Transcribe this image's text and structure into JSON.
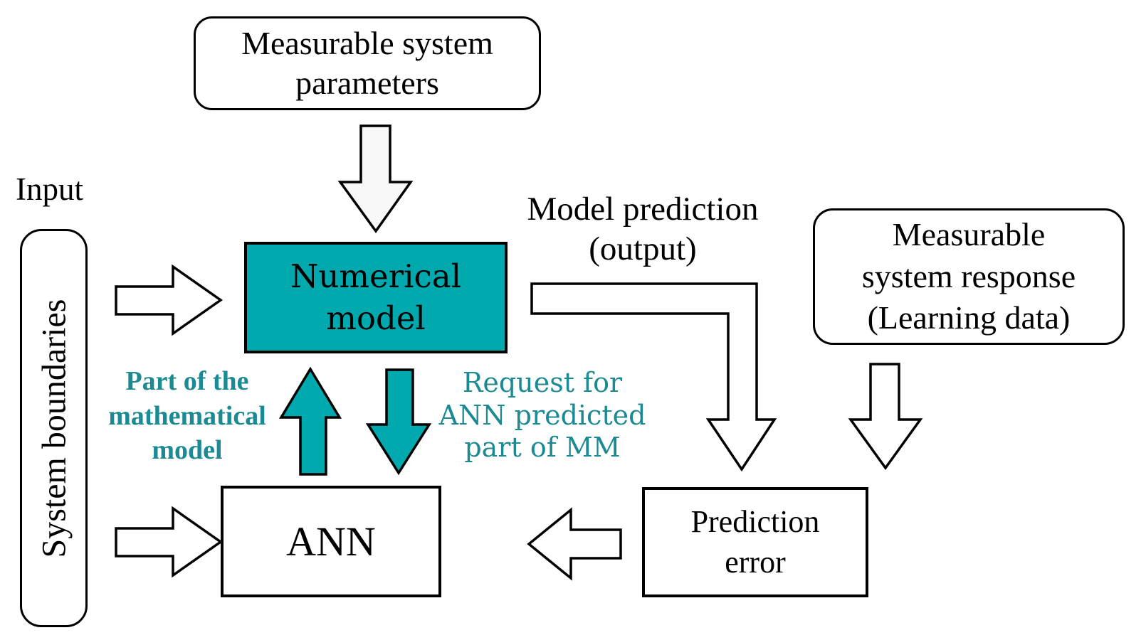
{
  "colors": {
    "teal_fill": "#00a9ad",
    "teal_text": "#1b8a92",
    "box_border": "#000000",
    "background": "#ffffff",
    "top_arrow_fill": "#f8f8f8"
  },
  "nodes": {
    "measurable_parameters": {
      "label": "Measurable system\nparameters"
    },
    "input": {
      "label": "Input"
    },
    "system_boundaries": {
      "label": "System boundaries"
    },
    "numerical_model": {
      "label": "Numerical\nmodel"
    },
    "model_prediction": {
      "label": "Model prediction\n(output)"
    },
    "measurable_response": {
      "label": "Measurable\nsystem response\n(Learning data)"
    },
    "part_of_mm": {
      "label": "Part of the\nmathematical\nmodel"
    },
    "request_ann": {
      "label": "Request for\nANN predicted\npart of MM"
    },
    "ann": {
      "label": "ANN"
    },
    "prediction_error": {
      "label": "Prediction\nerror"
    }
  },
  "arrows": [
    {
      "name": "parameters-to-numerical-model-arrow",
      "direction": "down",
      "style": "outlined",
      "fill": "#f8f8f8"
    },
    {
      "name": "input-to-numerical-model-arrow",
      "direction": "right",
      "style": "outlined",
      "fill": "#ffffff"
    },
    {
      "name": "input-to-ann-arrow",
      "direction": "right",
      "style": "outlined",
      "fill": "#ffffff"
    },
    {
      "name": "ann-to-numerical-model-arrow",
      "direction": "up",
      "style": "filled",
      "fill": "#00a9ad"
    },
    {
      "name": "numerical-model-to-ann-arrow",
      "direction": "down",
      "style": "filled",
      "fill": "#00a9ad"
    },
    {
      "name": "numerical-model-to-prediction-error-elbow-arrow",
      "direction": "right-then-down",
      "style": "outlined",
      "fill": "#ffffff"
    },
    {
      "name": "response-to-prediction-error-arrow",
      "direction": "down",
      "style": "outlined",
      "fill": "#ffffff"
    },
    {
      "name": "prediction-error-to-ann-arrow",
      "direction": "left",
      "style": "outlined",
      "fill": "#ffffff"
    }
  ]
}
